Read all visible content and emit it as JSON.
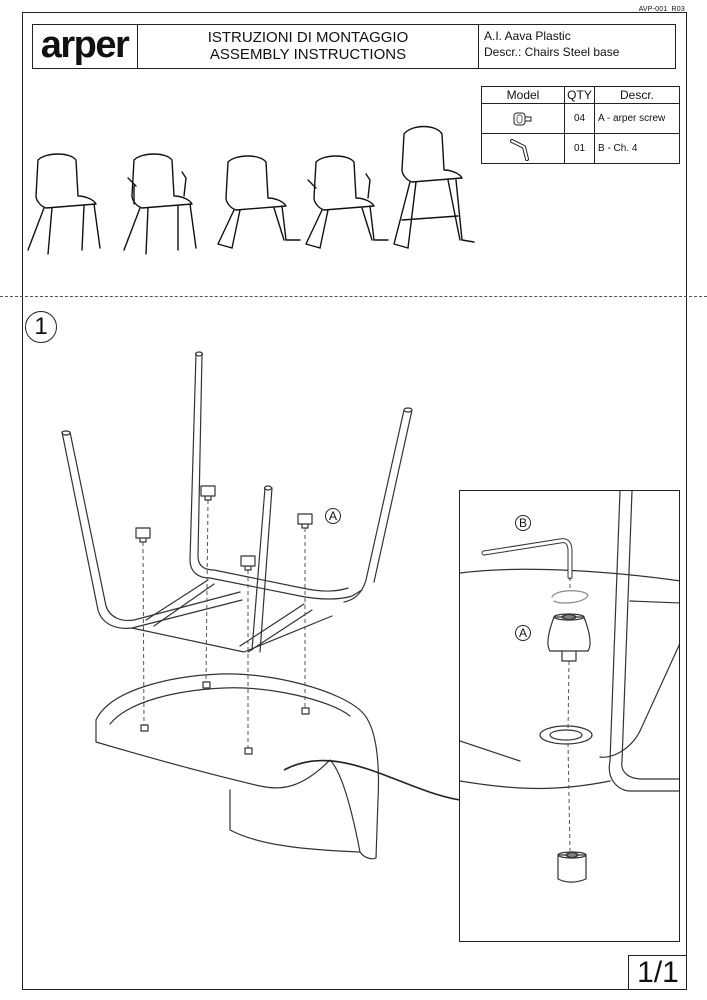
{
  "document": {
    "code": "AVP-001_R03",
    "brand": "arper",
    "title_it": "ISTRUZIONI DI MONTAGGIO",
    "title_en": "ASSEMBLY INSTRUCTIONS",
    "product": "A.I. Aava Plastic",
    "description": "Descr.: Chairs Steel base"
  },
  "parts_table": {
    "headers": [
      "Model",
      "QTY",
      "Descr."
    ],
    "rows": [
      {
        "icon": "screw-icon",
        "qty": "04",
        "descr": "A - arper screw"
      },
      {
        "icon": "allen-key-icon",
        "qty": "01",
        "descr": "B - Ch. 4"
      }
    ]
  },
  "step": {
    "number": "1",
    "callout_a": "A",
    "callout_b": "B"
  },
  "page": "1/1"
}
